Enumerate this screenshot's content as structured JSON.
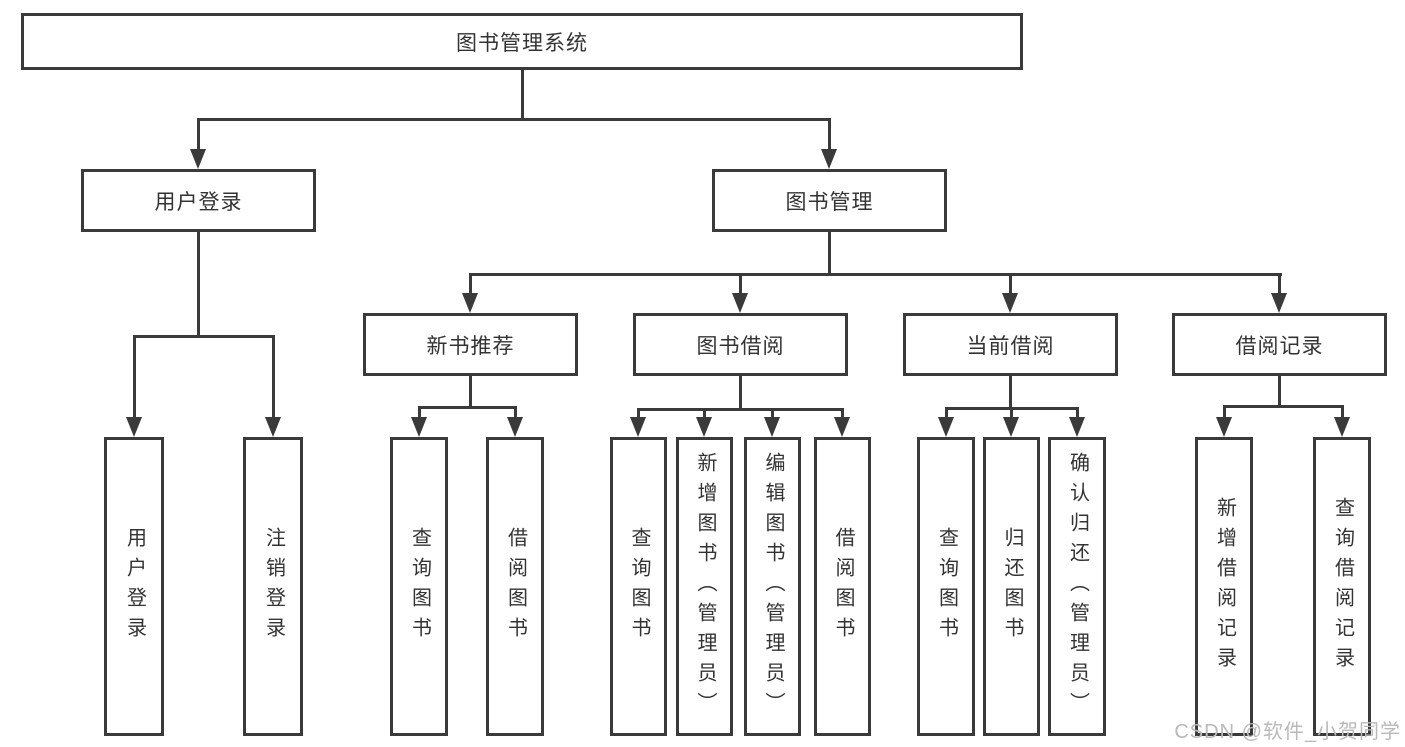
{
  "diagram": {
    "root": "图书管理系统",
    "level2": {
      "user_login": "用户登录",
      "book_mgmt": "图书管理"
    },
    "level3": {
      "new_book": "新书推荐",
      "book_borrow": "图书借阅",
      "current_borrow": "当前借阅",
      "borrow_record": "借阅记录"
    },
    "leaves": {
      "user_login": "用户登录",
      "logout": "注销登录",
      "nb_query": "查询图书",
      "nb_borrow": "借阅图书",
      "bb_query": "查询图书",
      "bb_add": "新增图书（管理员）",
      "bb_edit": "编辑图书（管理员）",
      "bb_borrow": "借阅图书",
      "cb_query": "查询图书",
      "cb_return": "归还图书",
      "cb_confirm": "确认归还（管理员）",
      "br_add": "新增借阅记录",
      "br_query": "查询借阅记录"
    },
    "watermark": "CSDN @软件_小贺同学",
    "colors": {
      "line": "#3a3a3a",
      "text": "#333333",
      "watermark": "#b9b9b9",
      "background": "#ffffff"
    }
  }
}
